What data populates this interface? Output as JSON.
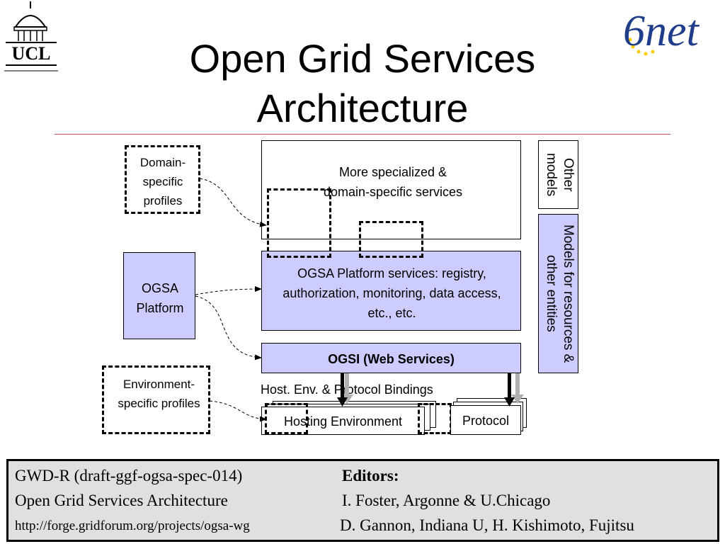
{
  "header": {
    "title_line1": "Open Grid Services",
    "title_line2": "Architecture",
    "logo_left": "UCL",
    "logo_right": "6net"
  },
  "diagram": {
    "domain_profiles": "Domain-specific profiles",
    "ogsa_platform": "OGSA Platform",
    "environment_profiles": "Environment-specific profiles",
    "specialized_services": "More specialized & domain-specific services",
    "platform_services": "OGSA Platform services: registry, authorization, monitoring, data access, etc., etc.",
    "ogsi": "OGSI (Web Services)",
    "bindings_label": "Host. Env. & Protocol Bindings",
    "hosting_environment": "Hosting Environment",
    "protocol": "Protocol",
    "other_models": "Other models",
    "models_resources": "Models for resources & other entities"
  },
  "footer": {
    "doc_id": "GWD-R (draft-ggf-ogsa-spec-014)",
    "doc_title": "Open Grid Services Architecture",
    "url": "http://forge.gridforum.org/projects/ogsa-wg",
    "editors_label": "Editors:",
    "editor1": "I. Foster, Argonne & U.Chicago",
    "editor2": "D. Gannon, Indiana U, H. Kishimoto, Fujitsu"
  },
  "colors": {
    "platform_fill": "#ccccff",
    "rule": "#c0504d",
    "footer_fill": "#e0e0e0",
    "logo_blue": "#1f3d8a",
    "logo_star": "#ffcc00"
  }
}
